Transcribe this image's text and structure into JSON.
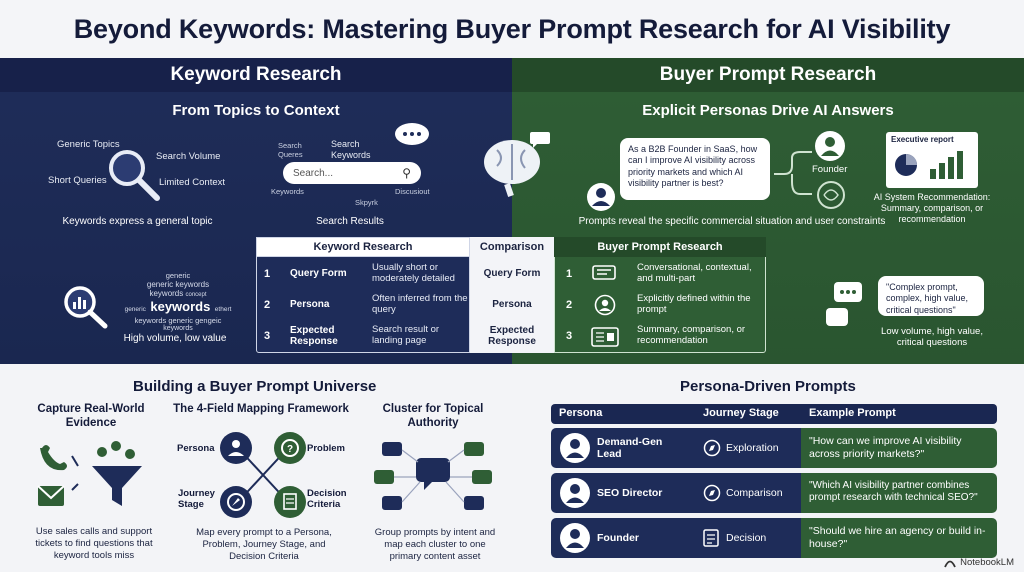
{
  "title": "Beyond Keywords: Mastering Buyer Prompt Research for AI Visibility",
  "left_panel": {
    "header": "Keyword Research",
    "subheader": "From Topics to Context",
    "words": [
      "Generic Topics",
      "Search Volume",
      "Short Queries",
      "Limited Context"
    ],
    "caption1": "Keywords express a general topic",
    "search_words": [
      "Search Queres",
      "Search Keywords",
      "Keywords",
      "Skpyrk",
      "Discusiout"
    ],
    "search_placeholder": "Search...",
    "search_caption": "Search Results",
    "cloud_words": [
      "generic",
      "generic keywords",
      "keywords",
      "concept",
      "generic",
      "keywords",
      "ethert",
      "keywords",
      "generic",
      "gengeic",
      "keywords"
    ],
    "cloud_caption": "High volume, low value"
  },
  "right_panel": {
    "header": "Buyer Prompt Research",
    "subheader": "Explicit Personas Drive AI Answers",
    "prompt_bubble": "As a B2B Founder in SaaS, how can I improve AI visibility across priority markets and which AI visibility partner is best?",
    "founder_label": "Founder",
    "report_title": "Executive report",
    "recommendation": "AI System Recommendation: Summary, comparison, or recommendation",
    "caption1": "Prompts reveal the specific commercial situation and user constraints",
    "complex_bubble": "\"Complex prompt, complex, high value, critical questions\"",
    "complex_caption": "Low volume, high value, critical questions"
  },
  "comparison": {
    "headers": [
      "Keyword Research",
      "Comparison",
      "Buyer Prompt Research"
    ],
    "rows": [
      {
        "num": "1",
        "label": "Query Form",
        "kw": "Usually short or moderately detailed",
        "mid": "Query Form",
        "bp": "Conversational, contextual, and multi-part"
      },
      {
        "num": "2",
        "label": "Persona",
        "kw": "Often inferred from the query",
        "mid": "Persona",
        "bp": "Explicitly defined within the prompt"
      },
      {
        "num": "3",
        "label": "Expected Response",
        "kw": "Search result or landing page",
        "mid": "Expected Response",
        "bp": "Summary, comparison, or recommendation"
      }
    ]
  },
  "universe": {
    "title": "Building a Buyer Prompt Universe",
    "col1_title": "Capture Real-World Evidence",
    "col1_caption": "Use sales calls and support tickets to find questions that keyword tools miss",
    "col2_title": "The 4-Field Mapping Framework",
    "col2_labels": [
      "Persona",
      "Problem",
      "Journey Stage",
      "Decision Criteria"
    ],
    "col2_caption": "Map every prompt to a Persona, Problem, Journey Stage, and Decision Criteria",
    "col3_title": "Cluster for Topical Authority",
    "col3_caption": "Group prompts by intent and map each cluster to one primary content asset"
  },
  "persona_prompts": {
    "title": "Persona-Driven Prompts",
    "headers": [
      "Persona",
      "Journey Stage",
      "Example Prompt"
    ],
    "rows": [
      {
        "persona": "Demand-Gen Lead",
        "stage": "Exploration",
        "prompt": "\"How can we improve AI visibility across priority markets?\""
      },
      {
        "persona": "SEO Director",
        "stage": "Comparison",
        "prompt": "\"Which AI visibility partner combines prompt research with technical SEO?\""
      },
      {
        "persona": "Founder",
        "stage": "Decision",
        "prompt": "\"Should we hire an agency or build in-house?\""
      }
    ]
  },
  "brand": "NotebookLM",
  "colors": {
    "navy": "#1e2c59",
    "green": "#2f5e35",
    "title": "#141b3a"
  }
}
